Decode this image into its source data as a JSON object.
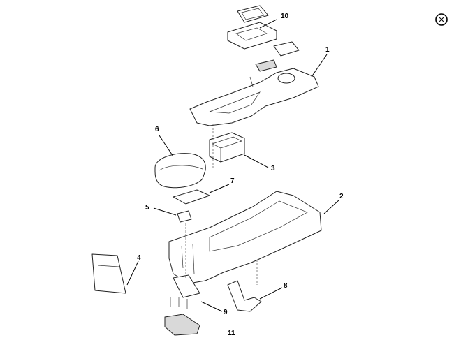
{
  "close_button": {
    "icon": "close-circle-icon",
    "glyph": "✕"
  },
  "callouts": [
    {
      "id": "10",
      "label": "10"
    },
    {
      "id": "1",
      "label": "1"
    },
    {
      "id": "6",
      "label": "6"
    },
    {
      "id": "3",
      "label": "3"
    },
    {
      "id": "7",
      "label": "7"
    },
    {
      "id": "2",
      "label": "2"
    },
    {
      "id": "5",
      "label": "5"
    },
    {
      "id": "4",
      "label": "4"
    },
    {
      "id": "8",
      "label": "8"
    },
    {
      "id": "9",
      "label": "9"
    },
    {
      "id": "11",
      "label": "11"
    }
  ],
  "colors": {
    "line": "#222222",
    "background": "#ffffff",
    "shade": "#d9d9d9"
  }
}
